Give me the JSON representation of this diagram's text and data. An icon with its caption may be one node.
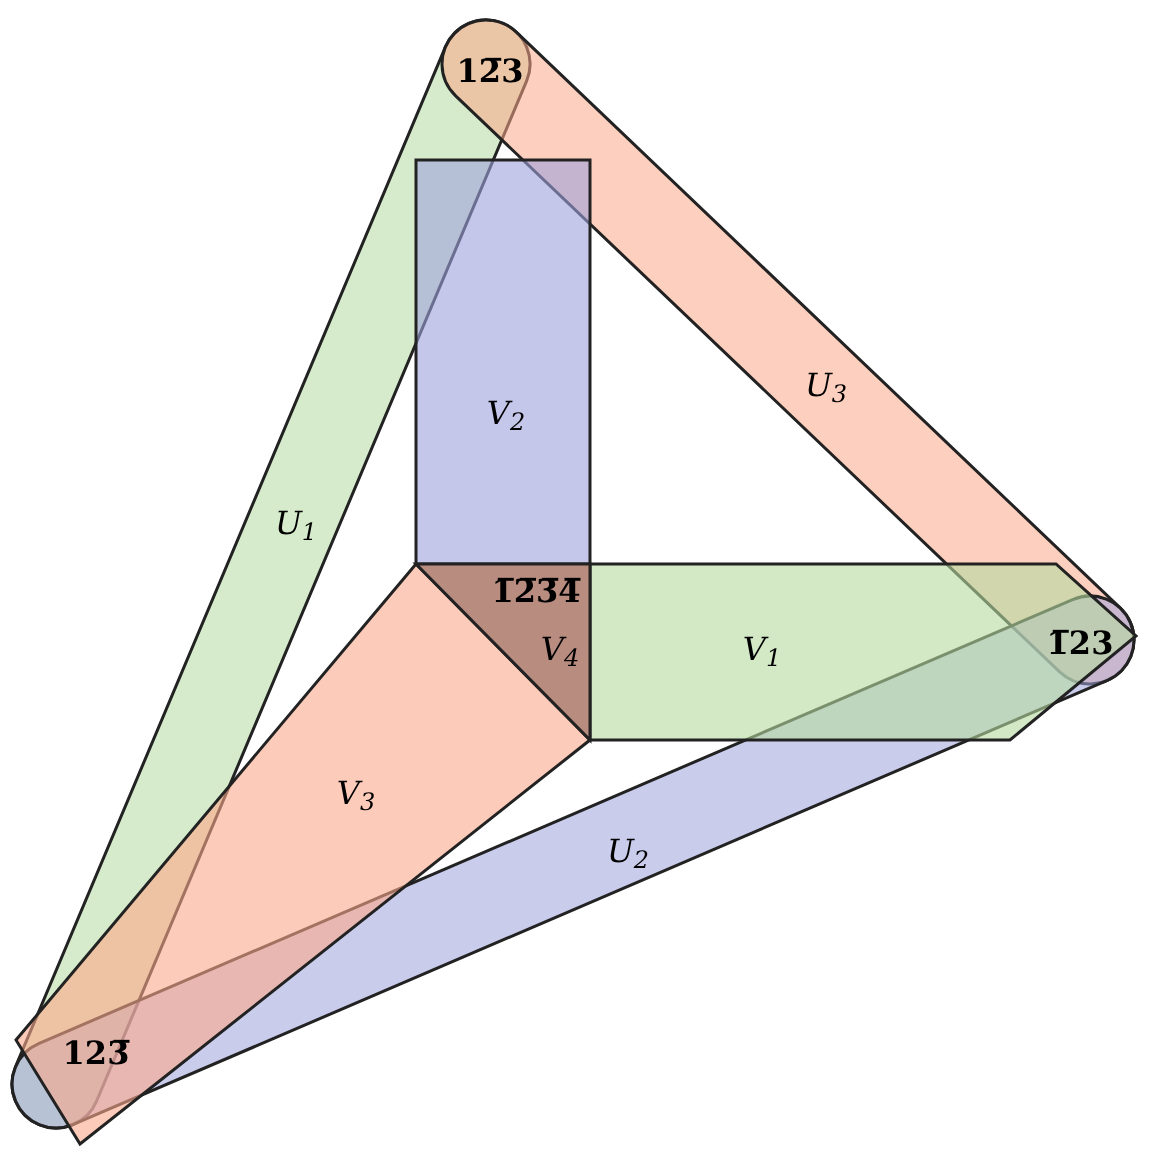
{
  "diagram": {
    "nodes": [
      {
        "text": [
          "U$_{1}$"
        ]
      },
      {
        "text": [
          "U$_{3}$"
        ]
      },
      {
        "text": [
          "U$_{2}$"
        ]
      },
      {
        "text": [
          "V$_{2}$"
        ]
      },
      {
        "text": [
          "V$_{1}$"
        ]
      },
      {
        "text": [
          "V$_{3}$"
        ]
      },
      {
        "text": [
          "1̅2̅3̅4̅",
          "V$_{4}$"
        ]
      }
    ],
    "labels": [
      "12̅3",
      "1̅23",
      "123̅"
    ]
  }
}
